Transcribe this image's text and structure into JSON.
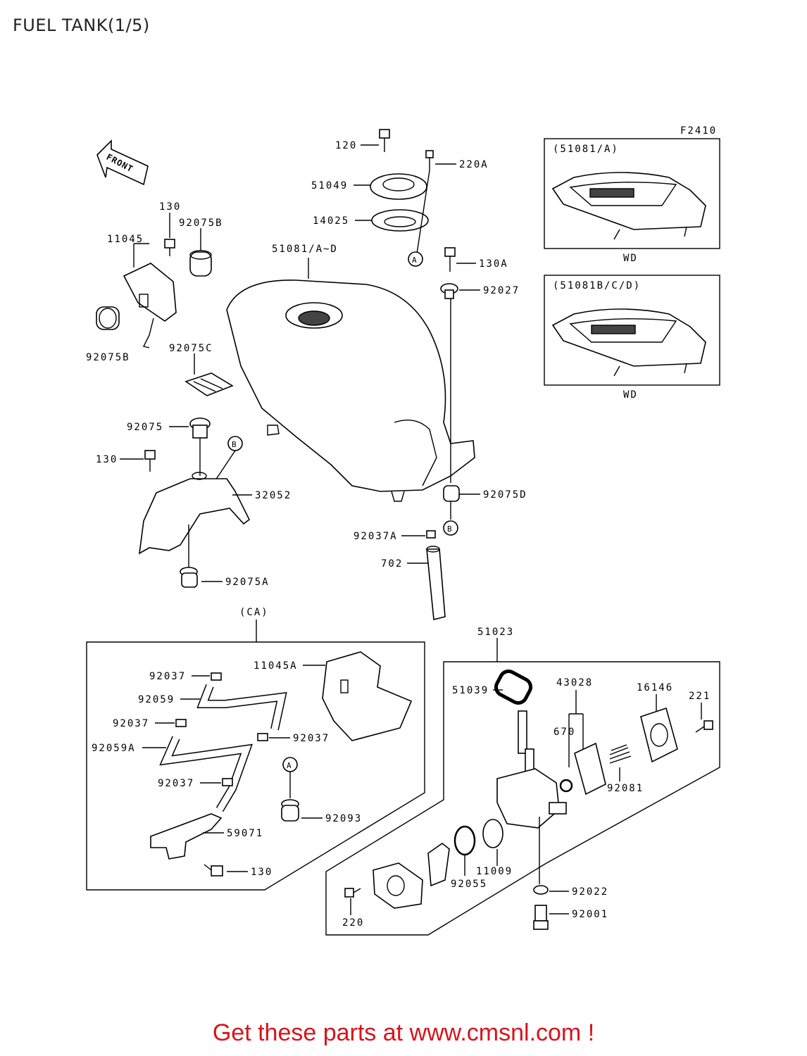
{
  "title": "FUEL TANK(1/5)",
  "figure_code": "F2410",
  "front_label": "FRONT",
  "inset_a": {
    "header": "(51081/A)",
    "footer": "WD"
  },
  "inset_b": {
    "header": "(51081B/C/D)",
    "footer": "WD"
  },
  "ca_label": "(CA)",
  "refs": {
    "a": "A",
    "b": "B"
  },
  "parts": {
    "p120": "120",
    "p220A": "220A",
    "p51049": "51049",
    "p14025": "14025",
    "p130A": "130A",
    "p92027": "92027",
    "p51081": "51081/A~D",
    "p130_top": "130",
    "p92075B_top": "92075B",
    "p11045": "11045",
    "p92075B_bot": "92075B",
    "p92075C": "92075C",
    "p92075": "92075",
    "p130_mid": "130",
    "p32052": "32052",
    "p92075A": "92075A",
    "p92075D": "92075D",
    "p92037A": "92037A",
    "p702": "702",
    "p11045A": "11045A",
    "p92037_1": "92037",
    "p92059": "92059",
    "p92037_2": "92037",
    "p92059A": "92059A",
    "p92037_3": "92037",
    "p92037_4": "92037",
    "p92093": "92093",
    "p59071": "59071",
    "p130_bot": "130",
    "p51023": "51023",
    "p51039": "51039",
    "p43028": "43028",
    "p16146": "16146",
    "p221": "221",
    "p670": "670",
    "p92081": "92081",
    "p11009": "11009",
    "p92055": "92055",
    "p92022": "92022",
    "p92001": "92001",
    "p220": "220"
  },
  "promo": "Get these parts at www.cmsnl.com !",
  "colors": {
    "promo": "#d7141b",
    "line": "#000000"
  }
}
